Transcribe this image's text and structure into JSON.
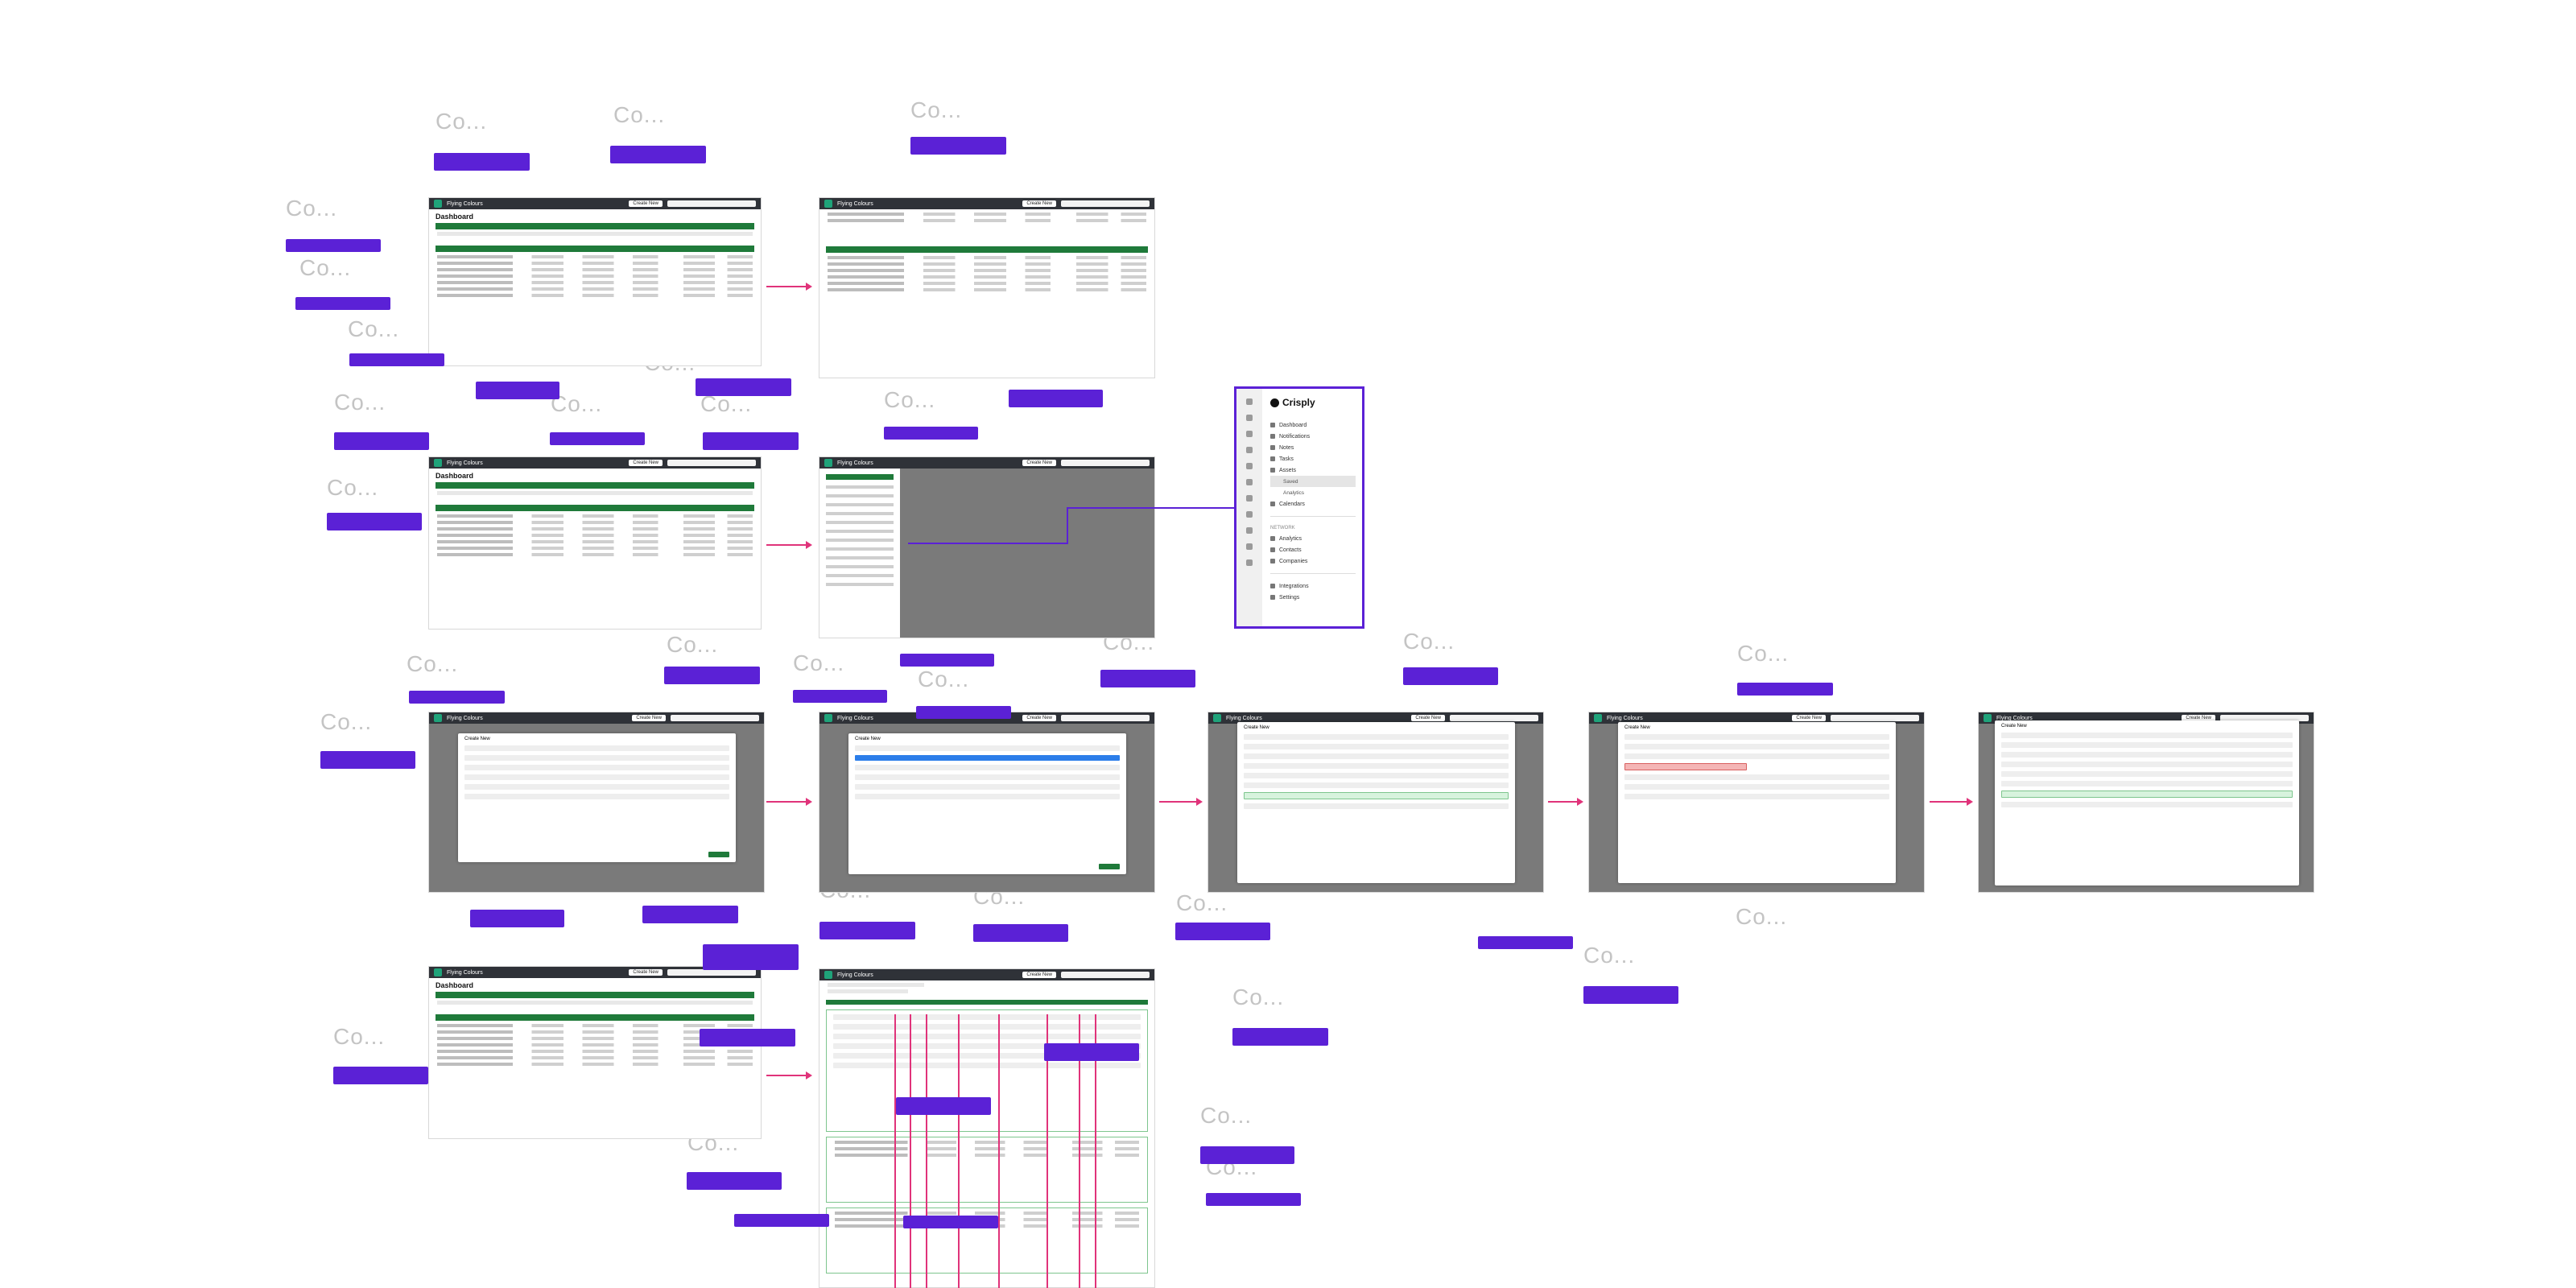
{
  "app": {
    "brand": "Flying Colours",
    "create_btn": "Create New"
  },
  "dashboard": {
    "title": "Dashboard"
  },
  "sidebar": {
    "brand": "Crisply",
    "items": [
      "Dashboard",
      "Notifications",
      "Notes",
      "Tasks",
      "Assets",
      "Calendars"
    ],
    "sub_items": [
      "Saved",
      "Analytics"
    ],
    "section": "NETWORK",
    "section_items": [
      "Analytics",
      "Contacts",
      "Companies"
    ],
    "footer_items": [
      "Integrations",
      "Settings"
    ]
  },
  "comment_labels": {
    "co": "Co..."
  },
  "flow": {
    "modal_title": "Create New"
  }
}
